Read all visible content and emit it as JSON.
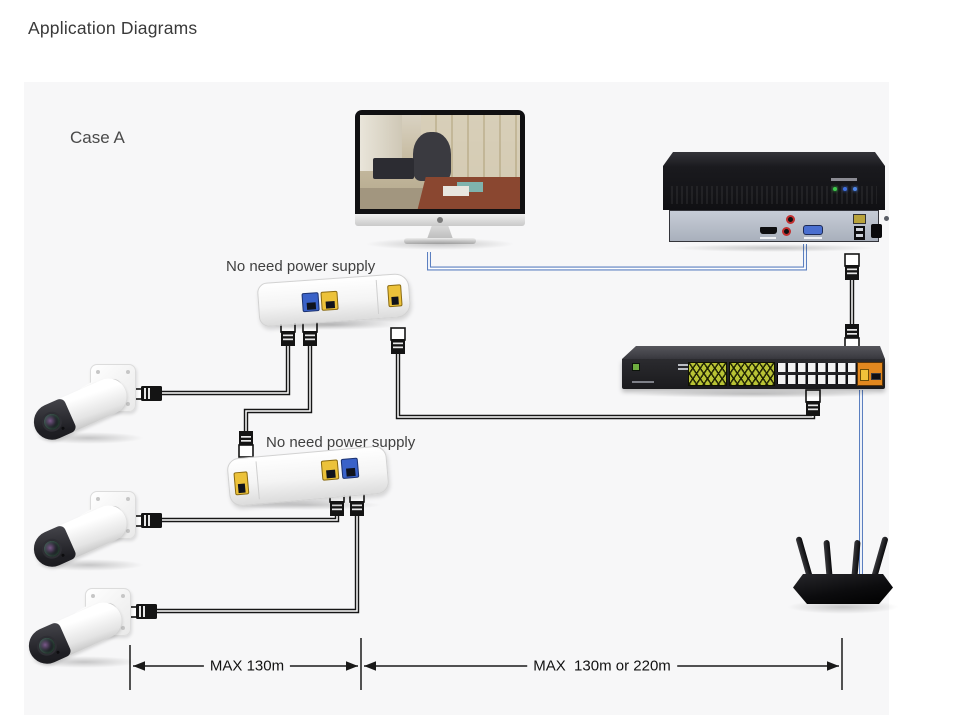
{
  "page": {
    "title": "Application Diagrams"
  },
  "diagram": {
    "case_label": "Case A",
    "notes": {
      "extender1": "No need power supply",
      "extender2": "No need power supply"
    },
    "distances": {
      "segment1": "MAX 130m",
      "segment2": "MAX  130m or 220m"
    },
    "devices": {
      "monitor": "desktop-monitor-with-cctv-view",
      "nvr": "network-video-recorder",
      "switch": "16-port-poe-switch",
      "router": "wireless-router-4-antennas",
      "cameras": [
        "bullet-ip-camera",
        "bullet-ip-camera",
        "bullet-ip-camera"
      ],
      "extenders": [
        "poe-extender",
        "poe-extender"
      ]
    },
    "colors": {
      "panel_bg": "#f7f7f8",
      "cable_blue": "#5b7fc0",
      "cable_black": "#161616",
      "port_blue": "#3a62c8",
      "port_yellow": "#ecc23a",
      "switch_pattern_green": "#b9c435",
      "switch_uplink_orange": "#e2881f",
      "nvr_rear_gray": "#b4bbc7"
    }
  }
}
